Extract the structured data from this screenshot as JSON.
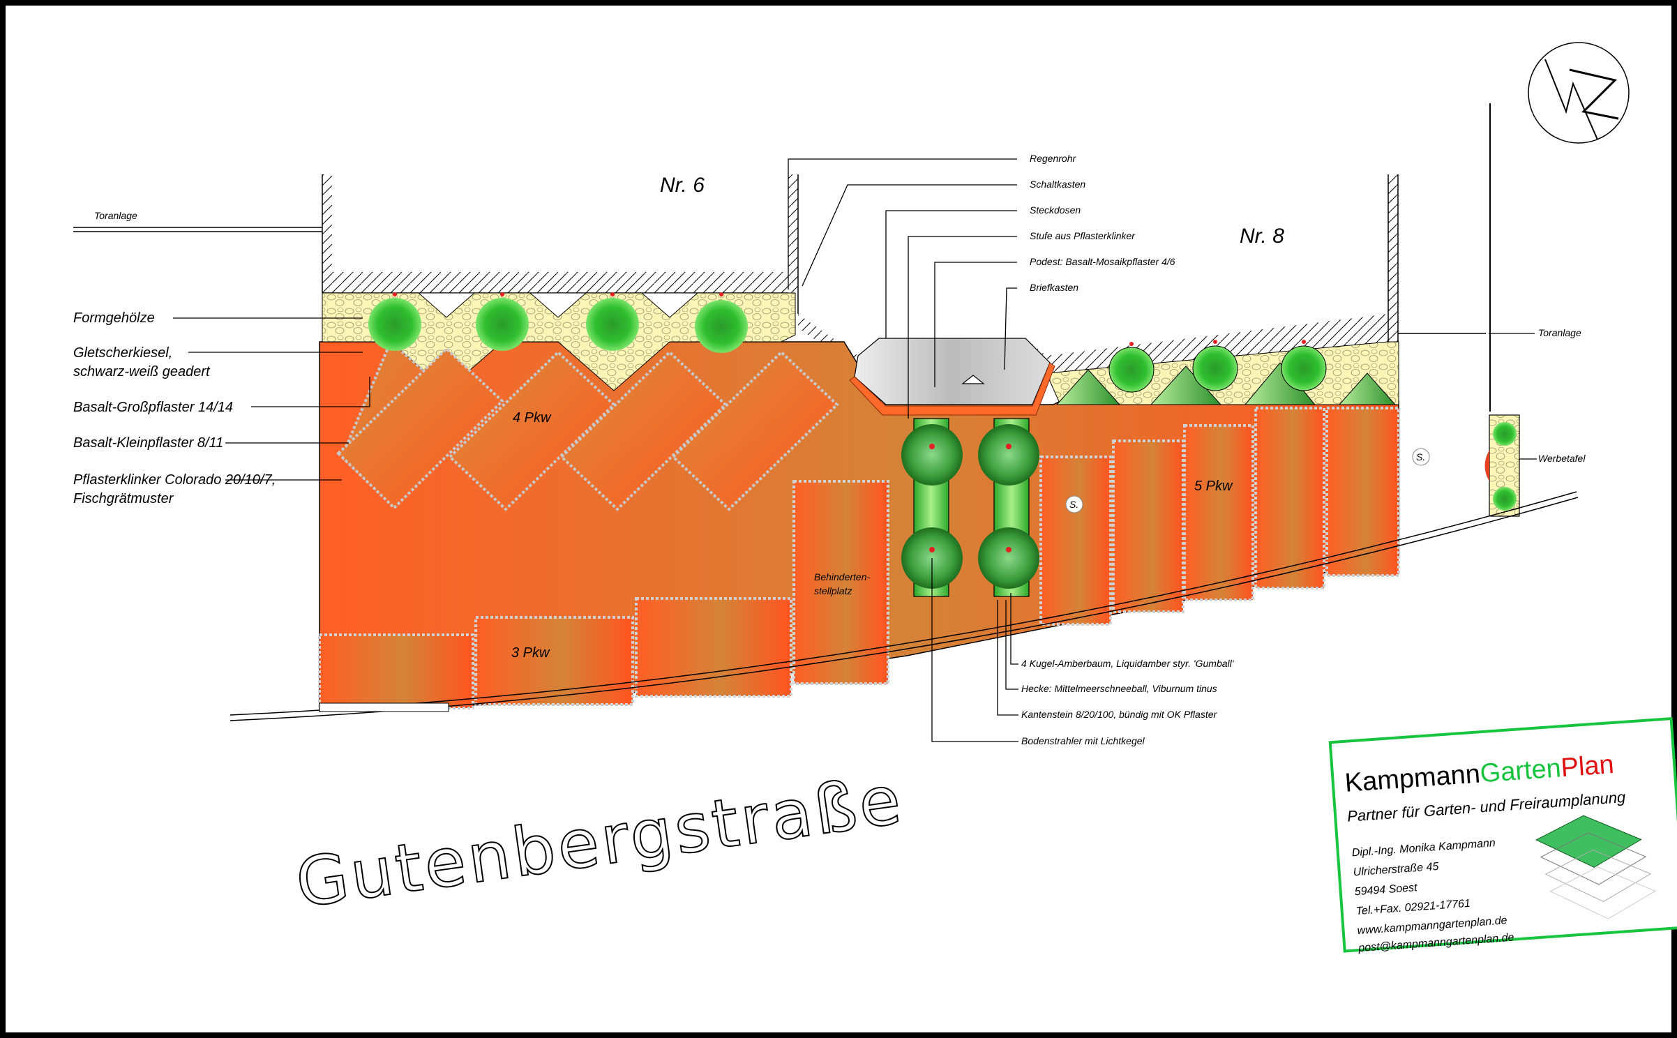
{
  "houses": {
    "nr6": "Nr. 6",
    "nr8": "Nr. 8"
  },
  "left_labels": [
    [
      "Formgehölze"
    ],
    [
      "Gletscherkiesel,",
      "schwarz-weiß geadert"
    ],
    [
      "Basalt-Großpflaster 14/14"
    ],
    [
      "Basalt-Kleinpflaster 8/11"
    ],
    [
      "Pflasterklinker Colorado 20/10/7,",
      "Fischgrätmuster"
    ]
  ],
  "top_labels": [
    "Regenrohr",
    "Schaltkasten",
    "Steckdosen",
    "Stufe aus Pflasterklinker",
    "Podest: Basalt-Mosaikpflaster 4/6",
    "Briefkasten"
  ],
  "bottom_labels": [
    "4 Kugel-Amberbaum, Liquidamber styr. 'Gumball'",
    "Hecke: Mittelmeerschneeball, Viburnum tinus",
    "Kantenstein 8/20/100, bündig mit OK Pflaster",
    "Bodenstrahler mit Lichtkegel"
  ],
  "misc_labels": {
    "toranlage_left": "Toranlage",
    "toranlage_right": "Toranlage",
    "werbetafel": "Werbetafel",
    "pkw4": "4 Pkw",
    "pkw3": "3 Pkw",
    "pkw5": "5 Pkw",
    "behindert1": "Behinderten-",
    "behindert2": "stellplatz",
    "s1": "S.",
    "s2": "S."
  },
  "street": "Gutenbergstraße",
  "card": {
    "name1": "Kampmann",
    "name2": "Garten",
    "name3": "Plan",
    "subtitle": "Partner für Garten- und Freiraumplanung",
    "address": [
      "Dipl.-Ing. Monika Kampmann",
      "Ulricherstraße 45",
      "59494 Soest",
      "Tel.+Fax. 02921-17761",
      "www.kampmanngartenplan.de",
      "post@kampmanngartenplan.de"
    ]
  },
  "colors": {
    "paving": "#ff6a2a",
    "paving_light": "#d88a3a",
    "gravel": "#fbf6b8",
    "tree_light": "#7cdb6c",
    "tree_dark": "#1e8a1e",
    "card_border": "#17c43d"
  },
  "icons": [
    "north-arrow-icon"
  ]
}
